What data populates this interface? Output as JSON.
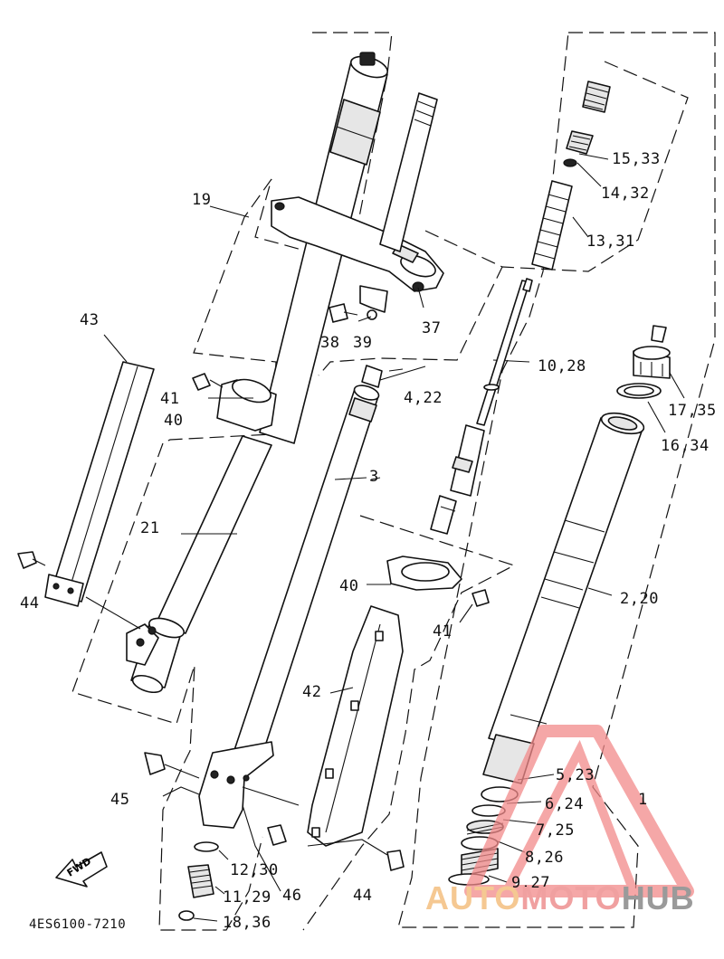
{
  "diagram": {
    "drawing_code": "4ES6100-7210",
    "fwd_label": "FWD",
    "callouts": [
      {
        "id": "c1",
        "text": "1"
      },
      {
        "id": "c2_20",
        "text": "2,20"
      },
      {
        "id": "c3",
        "text": "3"
      },
      {
        "id": "c4_22",
        "text": "4,22"
      },
      {
        "id": "c5_23",
        "text": "5,23"
      },
      {
        "id": "c6_24",
        "text": "6,24"
      },
      {
        "id": "c7_25",
        "text": "7,25"
      },
      {
        "id": "c8_26",
        "text": "8,26"
      },
      {
        "id": "c9_27",
        "text": "9,27"
      },
      {
        "id": "c10_28",
        "text": "10,28"
      },
      {
        "id": "c11_29",
        "text": "11,29"
      },
      {
        "id": "c12_30",
        "text": "12,30"
      },
      {
        "id": "c13_31",
        "text": "13,31"
      },
      {
        "id": "c14_32",
        "text": "14,32"
      },
      {
        "id": "c15_33",
        "text": "15,33"
      },
      {
        "id": "c16_34",
        "text": "16,34"
      },
      {
        "id": "c17_35",
        "text": "17,35"
      },
      {
        "id": "c18_36",
        "text": "18,36"
      },
      {
        "id": "c19",
        "text": "19"
      },
      {
        "id": "c21",
        "text": "21"
      },
      {
        "id": "c37",
        "text": "37"
      },
      {
        "id": "c38",
        "text": "38"
      },
      {
        "id": "c39",
        "text": "39"
      },
      {
        "id": "c40a",
        "text": "40"
      },
      {
        "id": "c40b",
        "text": "40"
      },
      {
        "id": "c41a",
        "text": "41"
      },
      {
        "id": "c41b",
        "text": "41"
      },
      {
        "id": "c42",
        "text": "42"
      },
      {
        "id": "c43",
        "text": "43"
      },
      {
        "id": "c44a",
        "text": "44"
      },
      {
        "id": "c44b",
        "text": "44"
      },
      {
        "id": "c45",
        "text": "45"
      },
      {
        "id": "c46",
        "text": "46"
      }
    ]
  },
  "watermark": {
    "part1": "AUTO",
    "part2": "MOTO",
    "part3": "HUB",
    "colors": {
      "auto": "#f5c892",
      "moto": "#f0a0a0",
      "hub": "#9a9a9a",
      "triangle": "#f28a8a"
    }
  }
}
